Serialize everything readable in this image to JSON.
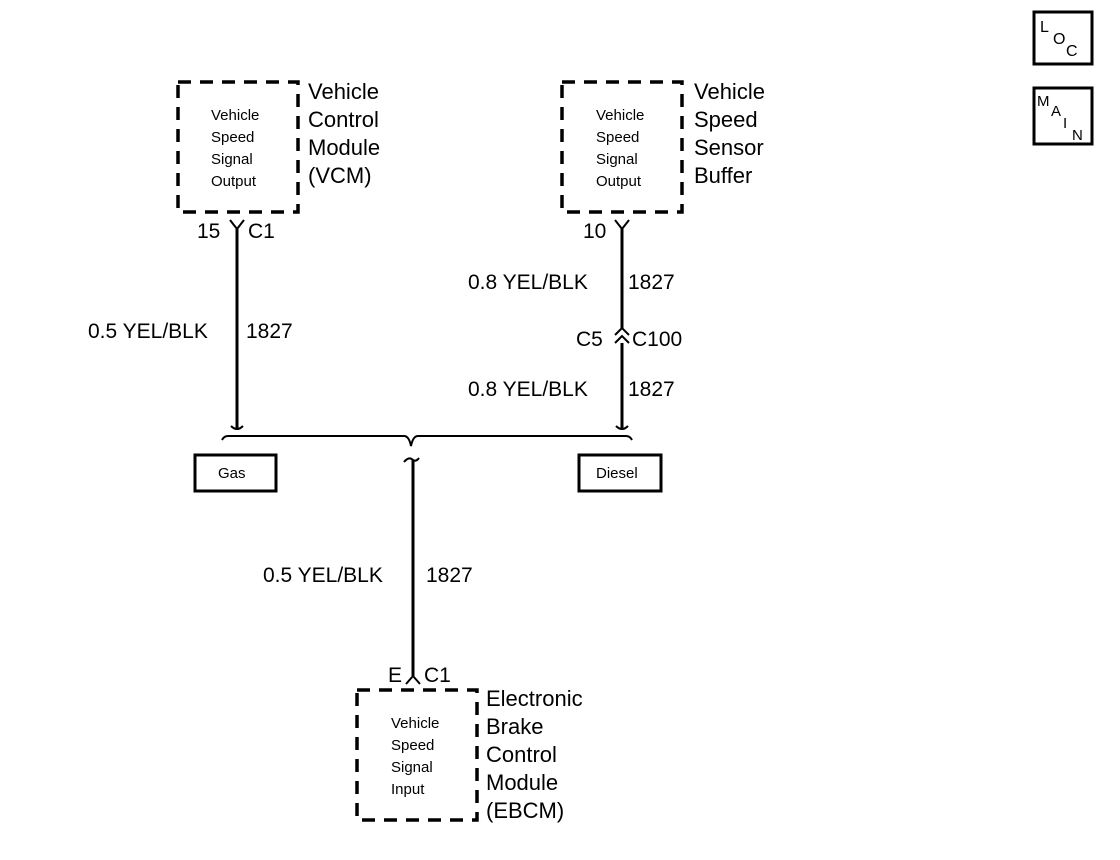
{
  "nav": {
    "loc": {
      "l": "L",
      "o": "O",
      "c": "C"
    },
    "main": {
      "m": "M",
      "a": "A",
      "i": "I",
      "n": "N"
    }
  },
  "vcm": {
    "inner": [
      "Vehicle",
      "Speed",
      "Signal",
      "Output"
    ],
    "label": [
      "Vehicle",
      "Control",
      "Module",
      "(VCM)"
    ],
    "pin": "15",
    "connector": "C1"
  },
  "vssb": {
    "inner": [
      "Vehicle",
      "Speed",
      "Signal",
      "Output"
    ],
    "label": [
      "Vehicle",
      "Speed",
      "Sensor",
      "Buffer"
    ],
    "pin": "10"
  },
  "ebcm": {
    "inner": [
      "Vehicle",
      "Speed",
      "Signal",
      "Input"
    ],
    "label": [
      "Electronic",
      "Brake",
      "Control",
      "Module",
      "(EBCM)"
    ],
    "pin": "E",
    "connector": "C1"
  },
  "wires": {
    "left": {
      "gauge": "0.5 YEL/BLK",
      "circuit": "1827"
    },
    "right_upper": {
      "gauge": "0.8 YEL/BLK",
      "circuit": "1827"
    },
    "right_lower": {
      "gauge": "0.8 YEL/BLK",
      "circuit": "1827"
    },
    "bottom": {
      "gauge": "0.5 YEL/BLK",
      "circuit": "1827"
    }
  },
  "inline_connector": {
    "pin": "C5",
    "connector": "C100"
  },
  "options": {
    "gas": "Gas",
    "diesel": "Diesel"
  }
}
